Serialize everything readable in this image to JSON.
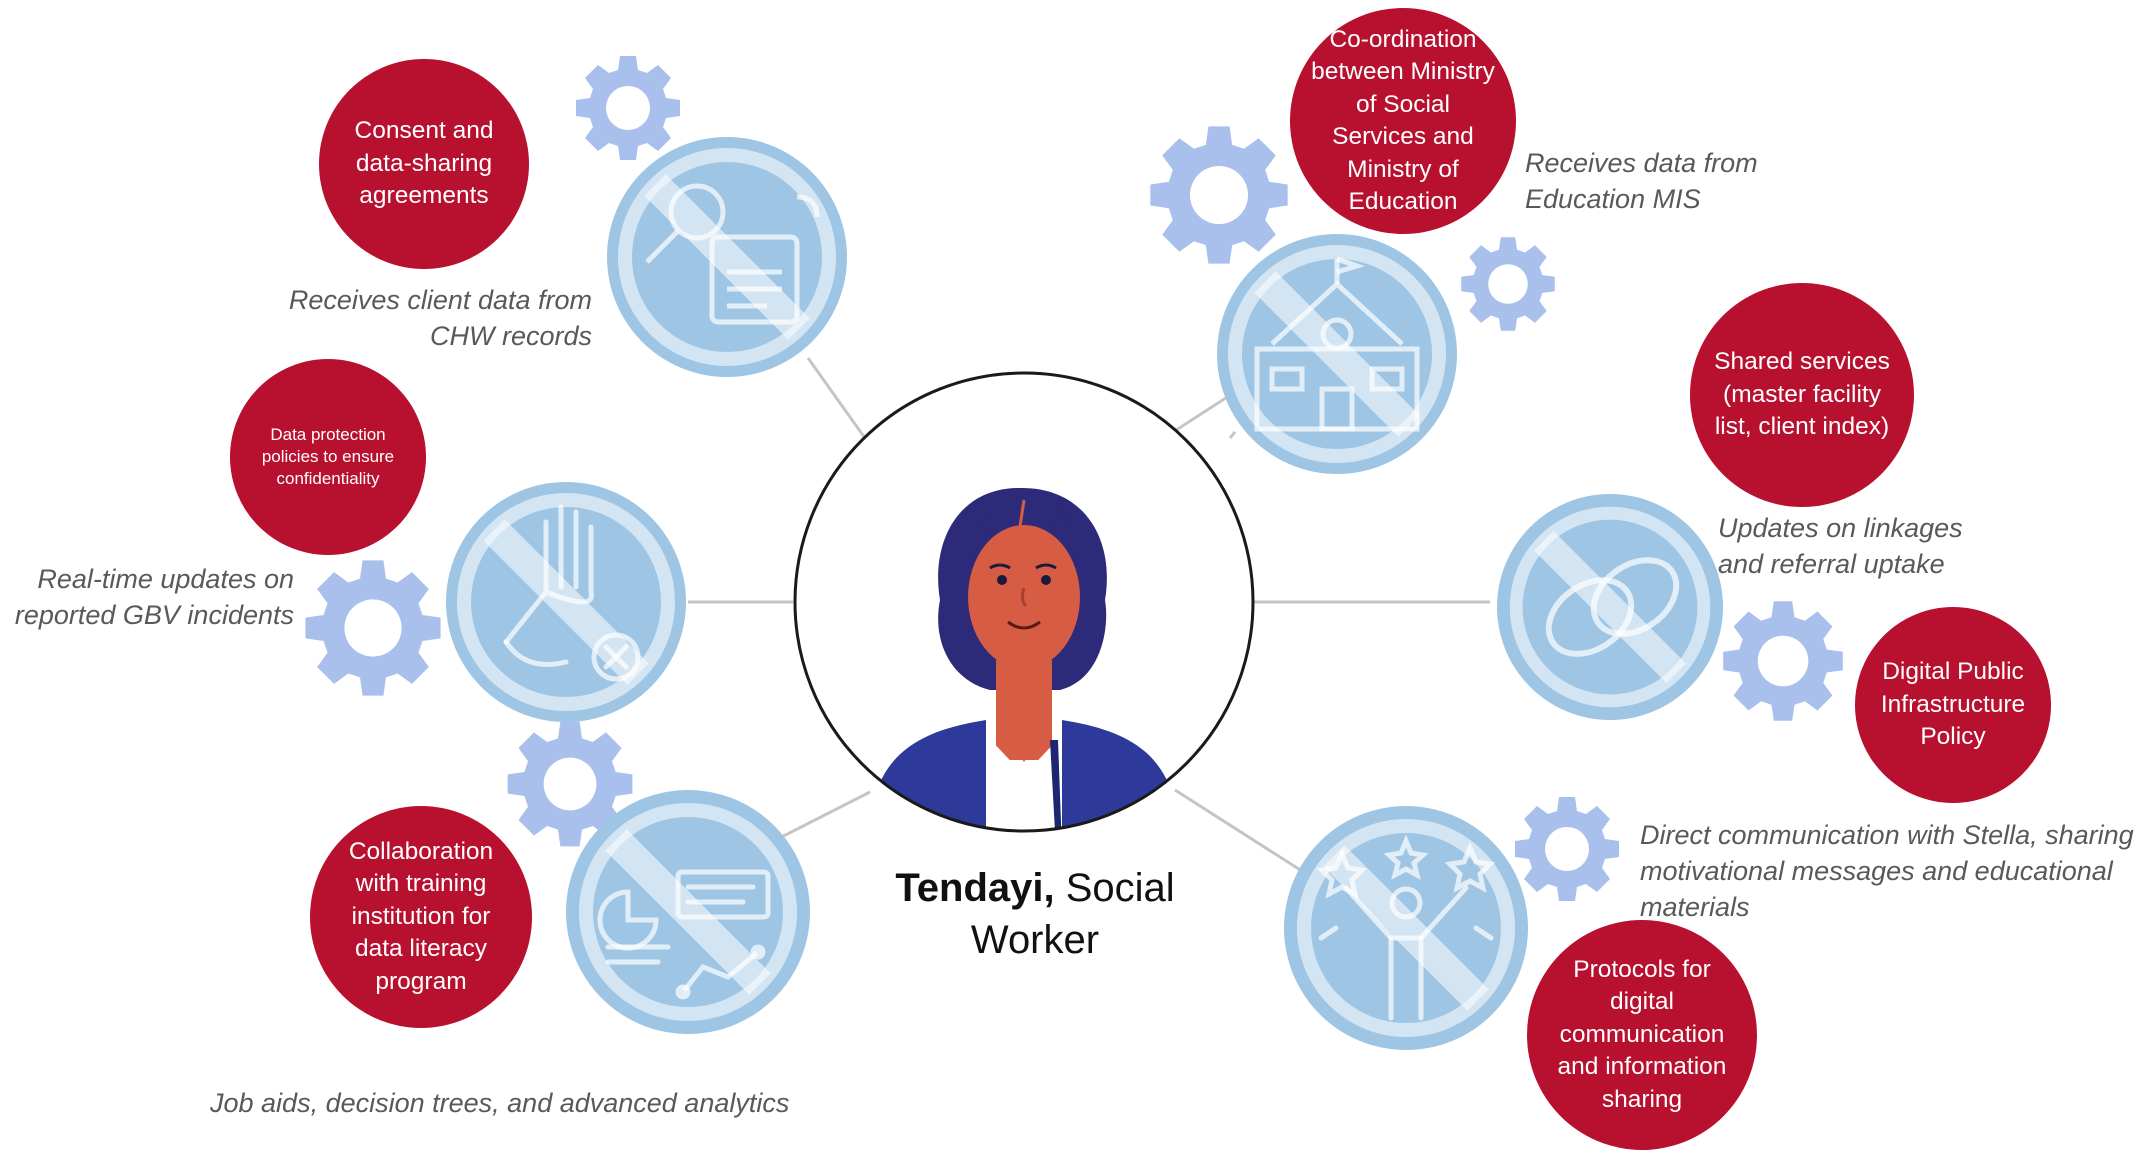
{
  "person": {
    "name": "Tendayi,",
    "role_line1": "Social",
    "role_line2": "Worker"
  },
  "red_circles": {
    "consent": "Consent and data-sharing agreements",
    "data_protection": "Data protection policies to ensure confidentiality",
    "collaboration": "Collaboration with training institution for data literacy program",
    "coordination": "Co-ordination between Ministry of Social Services and Ministry of Education",
    "shared_services": "Shared services (master facility list, client index)",
    "dpi_policy": "Digital Public Infrastructure Policy",
    "protocols": "Protocols for digital communication and information sharing"
  },
  "captions": {
    "chw_records": "Receives client data from CHW records",
    "gbv_updates": "Real-time updates on reported GBV incidents",
    "job_aids": "Job aids, decision trees, and advanced analytics",
    "education_mis": "Receives data from Education MIS",
    "linkages": "Updates on linkages and referral uptake",
    "direct_communication": "Direct communication with Stella, sharing motivational messages and educational materials"
  },
  "icons": {
    "top_left": "document-search-icon",
    "mid_left": "raised-hand-icon",
    "bottom_left": "analytics-dashboard-icon",
    "top_right": "school-building-icon",
    "mid_right": "linked-rings-icon",
    "bottom_right": "celebrating-person-icon"
  },
  "colors": {
    "red": "#b8102f",
    "light_blue_disc": "#9ec5e4",
    "gear_blue": "#a9c0ec",
    "connector_gray": "#c5c5c5",
    "caption_gray": "#58595b"
  }
}
